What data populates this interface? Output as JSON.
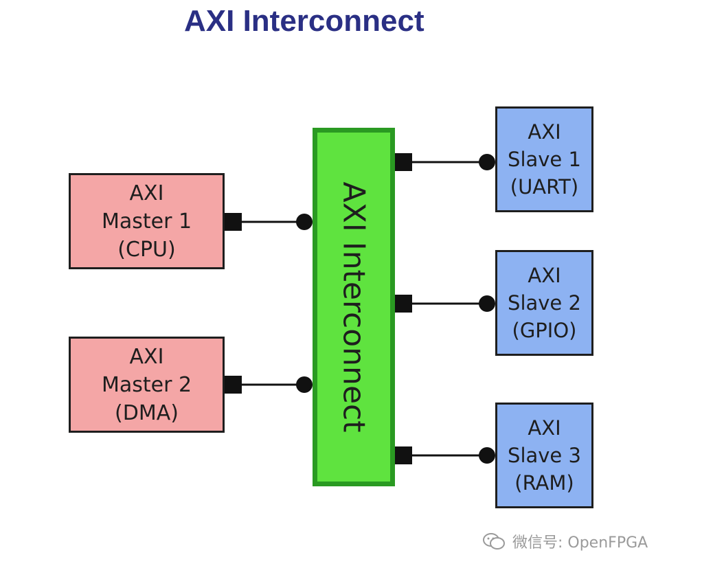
{
  "title": "AXI Interconnect",
  "interconnect": {
    "label": "AXI Interconnect"
  },
  "masters": [
    {
      "line1": "AXI",
      "line2": "Master 1",
      "line3": "(CPU)"
    },
    {
      "line1": "AXI",
      "line2": "Master 2",
      "line3": "(DMA)"
    }
  ],
  "slaves": [
    {
      "line1": "AXI",
      "line2": "Slave 1",
      "line3": "(UART)"
    },
    {
      "line1": "AXI",
      "line2": "Slave 2",
      "line3": "(GPIO)"
    },
    {
      "line1": "AXI",
      "line2": "Slave 3",
      "line3": "(RAM)"
    }
  ],
  "watermark": {
    "text": "微信号: OpenFPGA"
  },
  "colors": {
    "title": "#2a2f84",
    "master_fill": "#f4a6a6",
    "slave_fill": "#8db2f2",
    "interconnect_fill": "#5fe33f",
    "interconnect_border": "#2a9a22"
  }
}
